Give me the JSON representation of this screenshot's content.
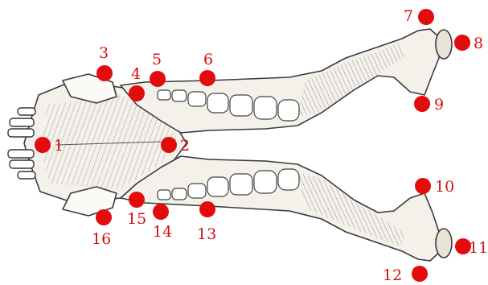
{
  "colors": {
    "landmark": "#e30c0c",
    "label": "#d40f0f",
    "bone_fill": "#f4f1ea",
    "bone_stroke": "#3a3a3a"
  },
  "landmarks": [
    {
      "id": "1",
      "label": "1"
    },
    {
      "id": "2",
      "label": "2"
    },
    {
      "id": "3",
      "label": "3"
    },
    {
      "id": "4",
      "label": "4"
    },
    {
      "id": "5",
      "label": "5"
    },
    {
      "id": "6",
      "label": "6"
    },
    {
      "id": "7",
      "label": "7"
    },
    {
      "id": "8",
      "label": "8"
    },
    {
      "id": "9",
      "label": "9"
    },
    {
      "id": "10",
      "label": "10"
    },
    {
      "id": "11",
      "label": "11"
    },
    {
      "id": "12",
      "label": "12"
    },
    {
      "id": "13",
      "label": "13"
    },
    {
      "id": "14",
      "label": "14"
    },
    {
      "id": "15",
      "label": "15"
    },
    {
      "id": "16",
      "label": "16"
    }
  ]
}
